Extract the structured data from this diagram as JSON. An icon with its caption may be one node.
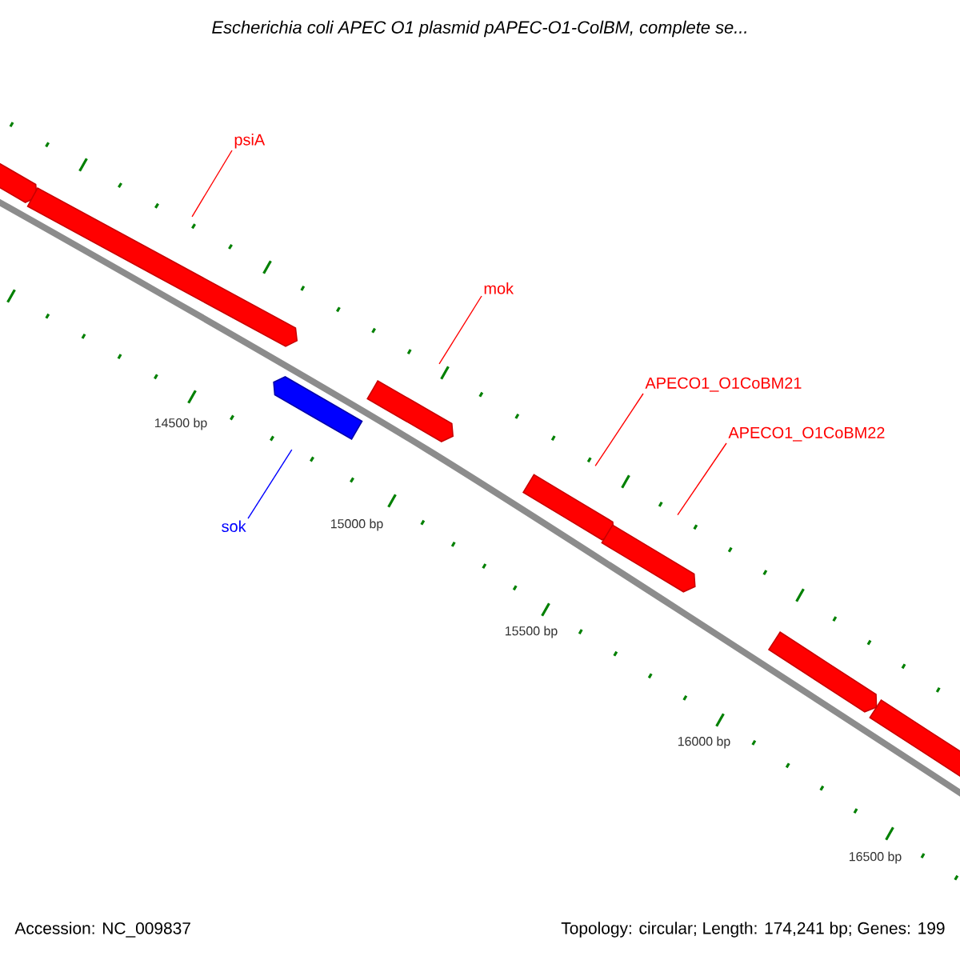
{
  "diagram": {
    "title": "Escherichia coli APEC O1 plasmid pAPEC-O1-ColBM, complete se...",
    "nodes": [
      {
        "text": [],
        "shape": "bar"
      },
      {
        "text": [],
        "shape": "bar"
      },
      {
        "text": [],
        "shape": "bar"
      },
      {
        "text": [],
        "shape": "bar"
      },
      {
        "text": [],
        "shape": "bar"
      },
      {
        "text": [],
        "shape": "bar"
      },
      {
        "text": [],
        "shape": "bar"
      },
      {
        "text": [],
        "shape": "bar"
      },
      {
        "text": [
          "psiA"
        ]
      },
      {
        "text": [
          "mok"
        ]
      },
      {
        "text": [
          "APECO1_O1CoBM21"
        ]
      },
      {
        "text": [
          "APECO1_O1CoBM22"
        ]
      },
      {
        "text": [
          "sok"
        ]
      }
    ],
    "edges": [
      {
        "from": 8,
        "to": 1,
        "arrow": "none"
      },
      {
        "from": 9,
        "to": 3,
        "arrow": "none"
      },
      {
        "from": 10,
        "to": 4,
        "arrow": "none"
      },
      {
        "from": 11,
        "to": 5,
        "arrow": "none"
      },
      {
        "from": 12,
        "to": 2,
        "arrow": "none",
        "color": "#0000ff"
      }
    ],
    "labels": [
      "14500 bp",
      "15000 bp",
      "15500 bp",
      "16000 bp",
      "16500 bp",
      "Accession: NC_009837",
      "Topology: circular; Length: 174,241 bp; Genes: 199"
    ]
  }
}
